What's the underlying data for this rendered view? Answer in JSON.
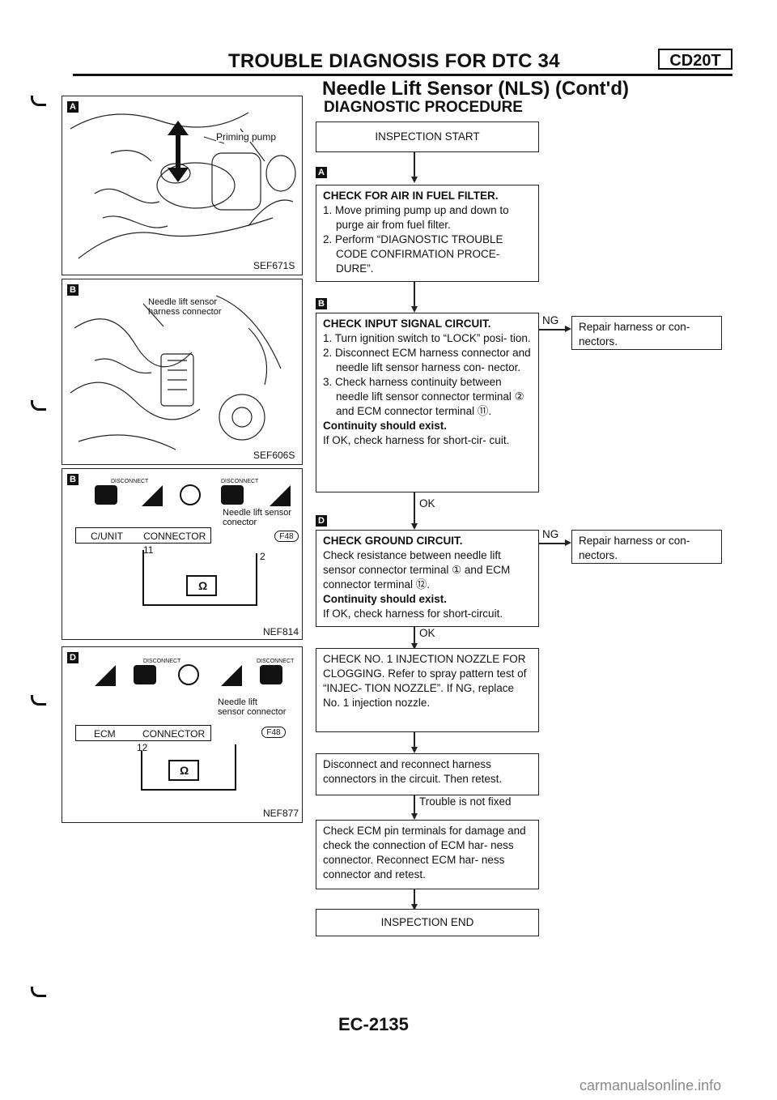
{
  "header": {
    "title": "TROUBLE DIAGNOSIS FOR DTC 34",
    "badge": "CD20T",
    "subtitle": "Needle Lift Sensor (NLS) (Cont'd)",
    "section": "DIAGNOSTIC PROCEDURE"
  },
  "panels": {
    "a": {
      "label": "A",
      "callout": "Priming pump",
      "ref": "SEF671S"
    },
    "b": {
      "label": "B",
      "callout_line1": "Needle lift sensor",
      "callout_line2": "harness connector",
      "ref": "SEF606S"
    },
    "c": {
      "label": "B",
      "sensor_label_1": "Needle lift sensor",
      "sensor_label_2": "conector",
      "unit": "C/UNIT",
      "connector": "CONNECTOR",
      "term_left": "11",
      "term_right": "2",
      "connector_id": "F48",
      "ref": "NEF814",
      "disconnect": "DISCONNECT"
    },
    "d": {
      "label": "D",
      "sensor_label_1": "Needle lift",
      "sensor_label_2": "sensor connector",
      "unit": "ECM",
      "connector": "CONNECTOR",
      "term_left": "12",
      "connector_id": "F48",
      "ref": "NEF877",
      "disconnect": "DISCONNECT"
    }
  },
  "flow": {
    "start": "INSPECTION START",
    "step_a": {
      "label": "A",
      "title": "CHECK FOR AIR IN FUEL FILTER.",
      "items": [
        "1. Move priming pump up and down to purge air from fuel filter.",
        "2. Perform “DIAGNOSTIC TROUBLE CODE CONFIRMATION PROCE- DURE”."
      ]
    },
    "step_b": {
      "label": "B",
      "title": "CHECK INPUT SIGNAL CIRCUIT.",
      "items": [
        "1. Turn ignition switch to “LOCK” posi- tion.",
        "2. Disconnect ECM harness connector and needle lift sensor harness con- nector.",
        "3. Check harness continuity between needle lift sensor connector terminal ② and ECM connector terminal ⑪."
      ],
      "result": "Continuity should exist.",
      "note": "If OK, check harness for short-cir- cuit."
    },
    "ng_b": "NG",
    "repair_b": "Repair harness or con- nectors.",
    "ok_b": "OK",
    "step_d": {
      "label": "D",
      "title": "CHECK GROUND CIRCUIT.",
      "body": "Check resistance between needle lift sensor connector terminal ① and ECM connector terminal ⑫.",
      "result": "Continuity should exist.",
      "note": "If OK, check harness for short-circuit."
    },
    "ng_d": "NG",
    "repair_d": "Repair harness or con- nectors.",
    "ok_d": "OK",
    "step_nozzle": "CHECK NO. 1 INJECTION NOZZLE FOR CLOGGING. Refer to spray pattern test of “INJEC- TION NOZZLE”. If NG, replace No. 1 injection nozzle.",
    "step_reconnect": "Disconnect and reconnect harness connectors in the circuit. Then retest.",
    "trouble": "Trouble is not fixed",
    "step_ecm": "Check ECM pin terminals for damage and check the connection of ECM har- ness connector. Reconnect ECM har- ness connector and retest.",
    "end": "INSPECTION END"
  },
  "footer": {
    "page": "EC-2135",
    "watermark": "carmanualsonline.info"
  }
}
